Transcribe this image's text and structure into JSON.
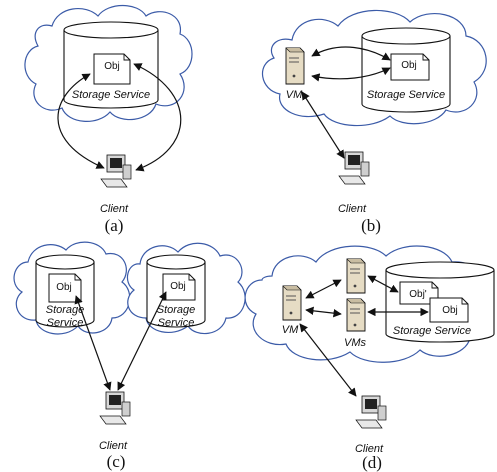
{
  "colors": {
    "cloud_outline": "#3b5ba8",
    "server_body": "#e6dcc4",
    "line": "#111111"
  },
  "panels": {
    "a": {
      "caption": "(a)",
      "storage_label": "Storage Service",
      "object_label": "Obj",
      "client_label": "Client"
    },
    "b": {
      "caption": "(b)",
      "vm_label": "VM",
      "storage_label": "Storage Service",
      "object_label": "Obj",
      "client_label": "Client"
    },
    "c": {
      "caption": "(c)",
      "left_storage_label_line1": "Storage",
      "left_storage_label_line2": "Service",
      "right_storage_label_line1": "Storage",
      "right_storage_label_line2": "Service",
      "left_object_label": "Obj",
      "right_object_label": "Obj",
      "client_label": "Client"
    },
    "d": {
      "caption": "(d)",
      "vm_label": "VM",
      "vms_label": "VMs",
      "storage_label": "Storage Service",
      "object_prime_label": "Obj'",
      "object_label": "Obj",
      "client_label": "Client"
    }
  }
}
